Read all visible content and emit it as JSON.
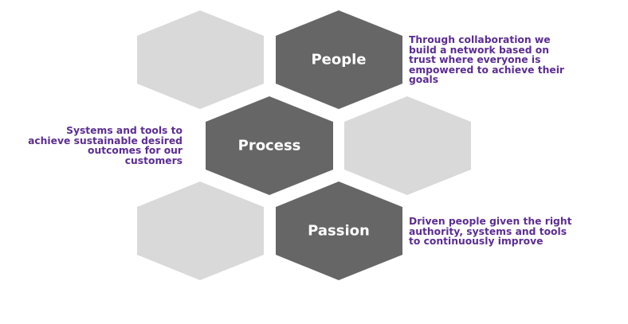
{
  "colors": {
    "dark_hex": "#666666",
    "light_hex": "#d9d9d9",
    "label_text": "#ffffff",
    "description_text": "#5b2d91"
  },
  "hexagons": {
    "people": "People",
    "process": "Process",
    "passion": "Passion"
  },
  "descriptions": {
    "people": [
      "Through collaboration we",
      "build a network based on",
      "trust where everyone is",
      "empowered to achieve their",
      "goals"
    ],
    "process": [
      "Systems and tools to",
      "achieve sustainable desired",
      "outcomes for our",
      "customers"
    ],
    "passion": [
      "Driven people given the right",
      "authority, systems and tools",
      "to continuously improve"
    ]
  }
}
